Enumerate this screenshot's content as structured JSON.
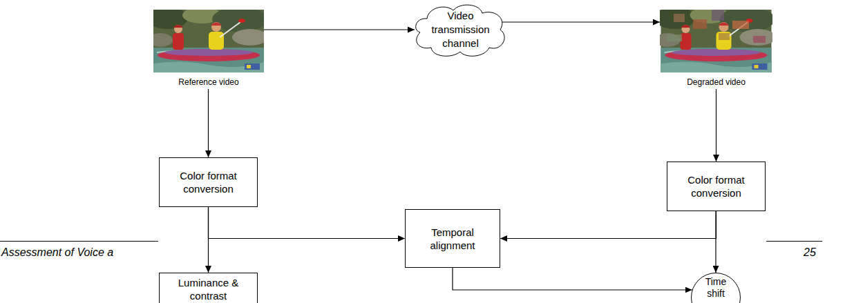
{
  "diagram": {
    "nodes": [
      {
        "text": [
          "Reference video"
        ]
      },
      {
        "text": [
          "Video transmission channel"
        ]
      },
      {
        "text": [
          "Degraded video"
        ]
      },
      {
        "text": [
          "Color format conversion"
        ]
      },
      {
        "text": [
          "Color format conversion"
        ]
      },
      {
        "text": [
          "Temporal alignment"
        ]
      },
      {
        "text": [
          "Luminance & contrast"
        ]
      },
      {
        "text": [
          "Time shift"
        ]
      }
    ],
    "edges": [
      {
        "from": 0,
        "to": 1,
        "arrow": "to"
      },
      {
        "from": 1,
        "to": 2,
        "arrow": "to"
      },
      {
        "from": 0,
        "to": 3,
        "arrow": "to"
      },
      {
        "from": 2,
        "to": 4,
        "arrow": "to"
      },
      {
        "from": 3,
        "to": 5,
        "arrow": "to"
      },
      {
        "from": 4,
        "to": 5,
        "arrow": "to"
      },
      {
        "from": 3,
        "to": 6,
        "arrow": "to"
      },
      {
        "from": 4,
        "to": 7,
        "arrow": "to"
      },
      {
        "from": 5,
        "to": 7,
        "arrow": "to"
      }
    ],
    "labels": [
      "Assessment of Voice a",
      "25"
    ]
  }
}
